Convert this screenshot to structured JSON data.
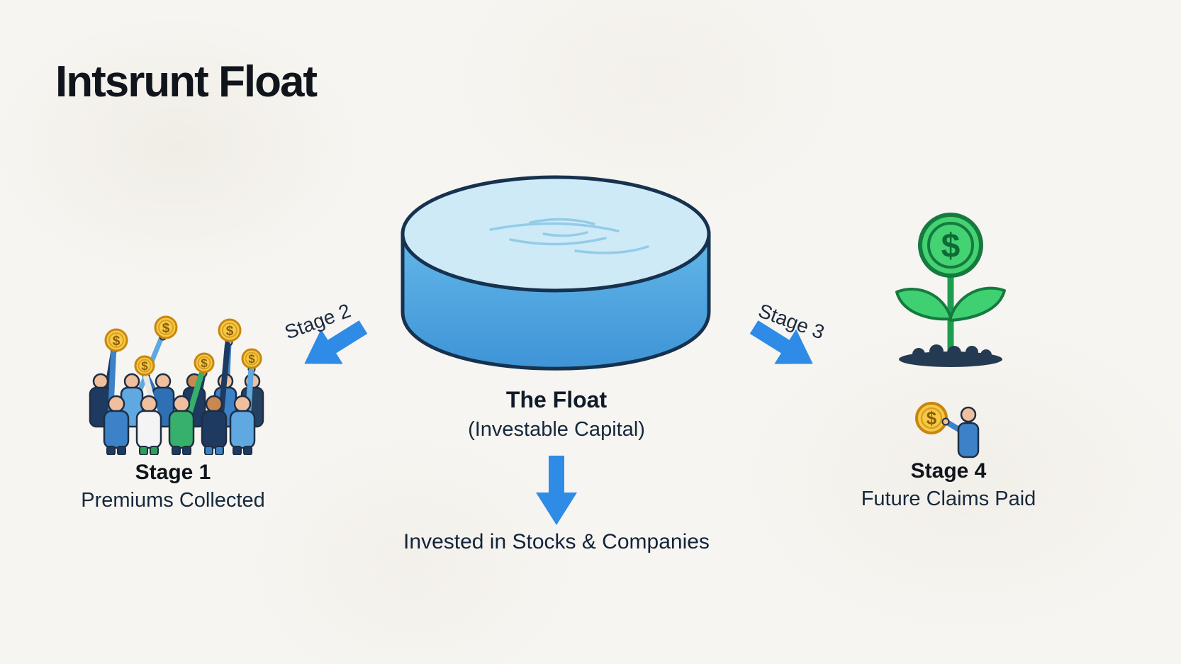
{
  "title": "Intsrunt Float",
  "float": {
    "label": "The Float",
    "sublabel": "(Investable Capital)",
    "invested_caption": "Invested in Stocks & Companies"
  },
  "stages": {
    "stage1": {
      "heading": "Stage 1",
      "caption": "Premiums Collected"
    },
    "stage2": {
      "label": "Stage 2"
    },
    "stage3": {
      "label": "Stage 3"
    },
    "stage4": {
      "heading": "Stage 4",
      "caption": "Future Claims Paid"
    }
  },
  "icons": {
    "coin_symbol": "$"
  },
  "colors": {
    "arrow_blue": "#2e8be6",
    "water_surface": "#cfeaf7",
    "pool_side_top": "#63b7e9",
    "pool_side_bottom": "#3e94d6",
    "outline_navy": "#16324f",
    "coin_gold": "#f7c948",
    "coin_border": "#c8860d",
    "plant_green": "#3fd072",
    "plant_dark_green": "#157a3e",
    "soil_dark": "#243a52",
    "text_dark": "#13233a"
  }
}
